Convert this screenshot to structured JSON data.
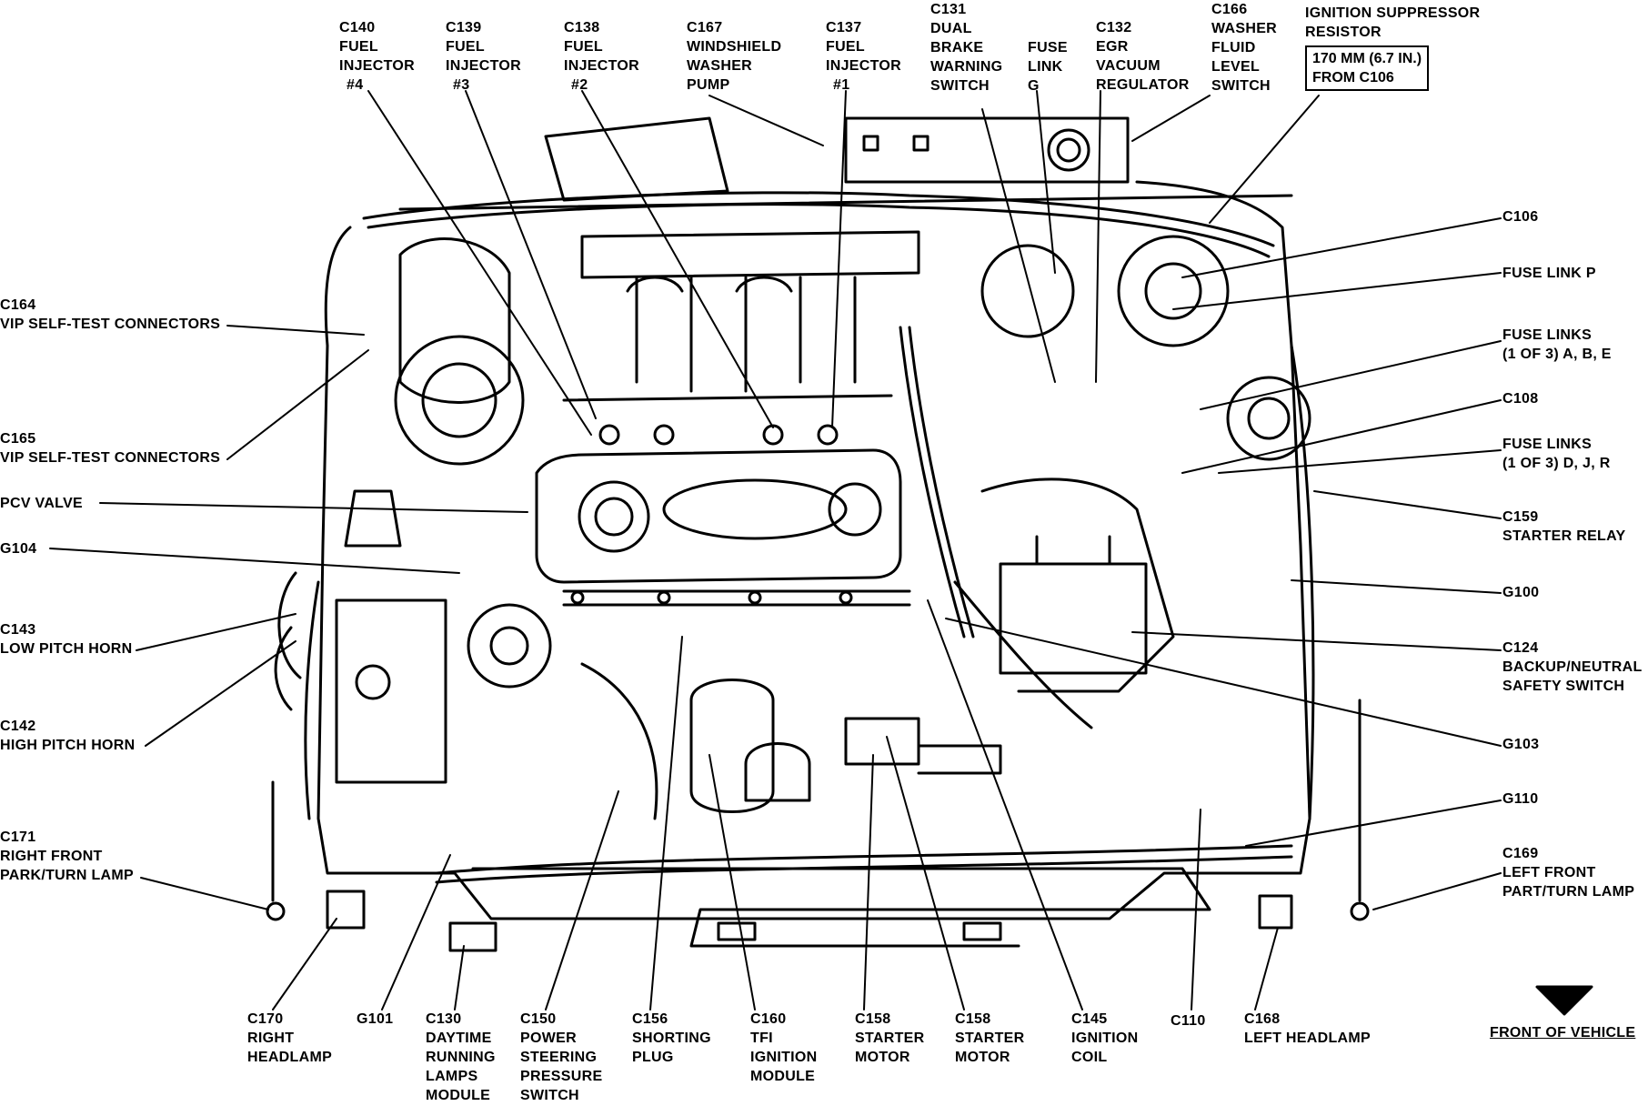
{
  "labels": {
    "c140": [
      "C140",
      "FUEL",
      "INJECTOR",
      "#4"
    ],
    "c139": [
      "C139",
      "FUEL",
      "INJECTOR",
      "#3"
    ],
    "c138": [
      "C138",
      "FUEL",
      "INJECTOR",
      "#2"
    ],
    "c167": [
      "C167",
      "WINDSHIELD",
      "WASHER",
      "PUMP"
    ],
    "c137": [
      "C137",
      "FUEL",
      "INJECTOR",
      "#1"
    ],
    "c131": [
      "C131",
      "DUAL",
      "BRAKE",
      "WARNING",
      "SWITCH"
    ],
    "fuse_link_g": [
      "FUSE",
      "LINK",
      "G"
    ],
    "c132": [
      "C132",
      "EGR",
      "VACUUM",
      "REGULATOR"
    ],
    "c166": [
      "C166",
      "WASHER",
      "FLUID",
      "LEVEL",
      "SWITCH"
    ],
    "suppressor": [
      "IGNITION SUPPRESSOR",
      "RESISTOR"
    ],
    "suppressor_note": [
      "170 MM (6.7 IN.)",
      "FROM C106"
    ],
    "c106": [
      "C106"
    ],
    "fuse_link_p": [
      "FUSE LINK P"
    ],
    "fuse_links_abe": [
      "FUSE LINKS",
      "(1 OF 3) A, B, E"
    ],
    "c108": [
      "C108"
    ],
    "fuse_links_djr": [
      "FUSE LINKS",
      "(1 OF 3) D, J, R"
    ],
    "c159": [
      "C159",
      "STARTER RELAY"
    ],
    "g100": [
      "G100"
    ],
    "c124": [
      "C124",
      "BACKUP/NEUTRAL",
      "SAFETY SWITCH"
    ],
    "g103": [
      "G103"
    ],
    "g110": [
      "G110"
    ],
    "c169": [
      "C169",
      "LEFT FRONT",
      "PART/TURN LAMP"
    ],
    "front": [
      "FRONT OF VEHICLE"
    ],
    "c164": [
      "C164",
      "VIP SELF-TEST CONNECTORS"
    ],
    "c165": [
      "C165",
      "VIP SELF-TEST CONNECTORS"
    ],
    "pcv": [
      "PCV VALVE"
    ],
    "g104": [
      "G104"
    ],
    "c143": [
      "C143",
      "LOW PITCH HORN"
    ],
    "c142": [
      "C142",
      "HIGH PITCH HORN"
    ],
    "c171": [
      "C171",
      "RIGHT FRONT",
      "PARK/TURN LAMP"
    ],
    "c170": [
      "C170",
      "RIGHT",
      "HEADLAMP"
    ],
    "g101": [
      "G101"
    ],
    "c130": [
      "C130",
      "DAYTIME",
      "RUNNING",
      "LAMPS",
      "MODULE"
    ],
    "c150": [
      "C150",
      "POWER",
      "STEERING",
      "PRESSURE",
      "SWITCH"
    ],
    "c156": [
      "C156",
      "SHORTING",
      "PLUG"
    ],
    "c160": [
      "C160",
      "TFI",
      "IGNITION",
      "MODULE"
    ],
    "c158a": [
      "C158",
      "STARTER",
      "MOTOR"
    ],
    "c158b": [
      "C158",
      "STARTER",
      "MOTOR"
    ],
    "c145": [
      "C145",
      "IGNITION",
      "COIL"
    ],
    "c110": [
      "C110"
    ],
    "c168": [
      "C168",
      "LEFT HEADLAMP"
    ]
  }
}
